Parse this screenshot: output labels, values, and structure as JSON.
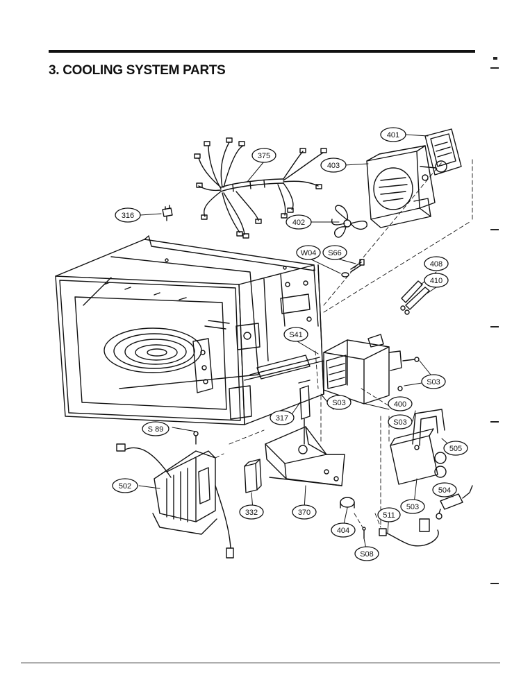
{
  "page": {
    "title": "3. COOLING SYSTEM PARTS"
  },
  "parts": [
    {
      "id": "p401",
      "label": "401"
    },
    {
      "id": "p403",
      "label": "403"
    },
    {
      "id": "p375",
      "label": "375"
    },
    {
      "id": "p316",
      "label": "316"
    },
    {
      "id": "p402",
      "label": "402"
    },
    {
      "id": "pW04",
      "label": "W04"
    },
    {
      "id": "pS66",
      "label": "S66"
    },
    {
      "id": "p408",
      "label": "408"
    },
    {
      "id": "p410",
      "label": "410"
    },
    {
      "id": "pS41",
      "label": "S41"
    },
    {
      "id": "pS03a",
      "label": "S03"
    },
    {
      "id": "pS03b",
      "label": "S03"
    },
    {
      "id": "p400",
      "label": "400"
    },
    {
      "id": "pS03c",
      "label": "S03"
    },
    {
      "id": "p317",
      "label": "317"
    },
    {
      "id": "p505",
      "label": "505"
    },
    {
      "id": "pS89",
      "label": "S 89"
    },
    {
      "id": "p502",
      "label": "502"
    },
    {
      "id": "p504",
      "label": "504"
    },
    {
      "id": "p503",
      "label": "503"
    },
    {
      "id": "p332",
      "label": "332"
    },
    {
      "id": "p370",
      "label": "370"
    },
    {
      "id": "p511",
      "label": "511"
    },
    {
      "id": "p404",
      "label": "404"
    },
    {
      "id": "pS08",
      "label": "S08"
    }
  ],
  "colors": {
    "ink": "#111111",
    "paper": "#ffffff"
  }
}
